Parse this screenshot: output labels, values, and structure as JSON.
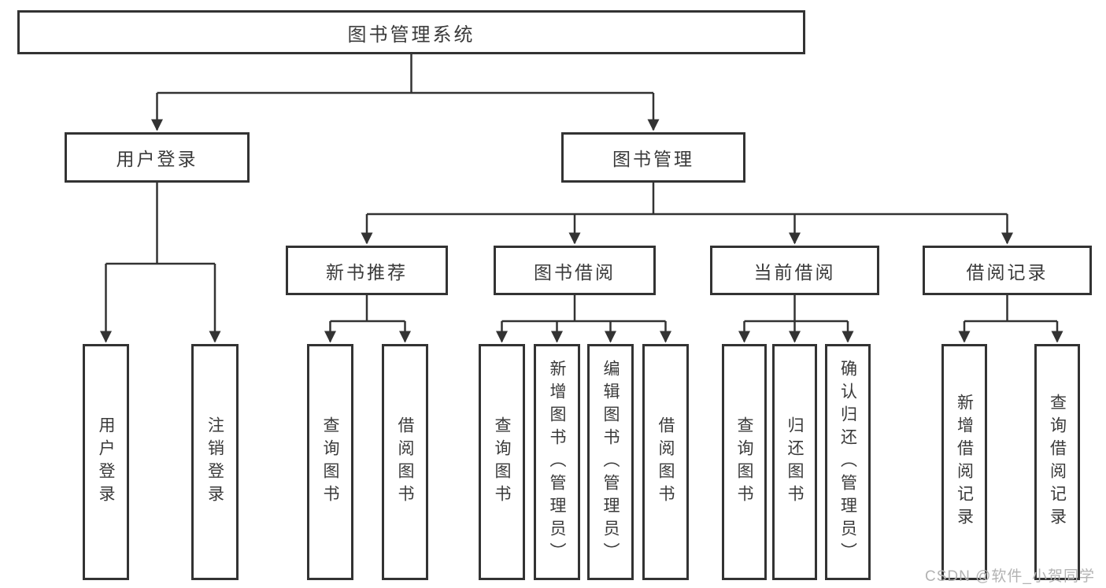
{
  "diagram": {
    "title": "图书管理系统",
    "type": "functional-structure-tree"
  },
  "root": {
    "label": "图书管理系统"
  },
  "branches": [
    {
      "label": "用户登录",
      "children": [
        {
          "label": "用户登录"
        },
        {
          "label": "注销登录"
        }
      ]
    },
    {
      "label": "图书管理",
      "children": [
        {
          "label": "新书推荐",
          "children": [
            {
              "label": "查询图书"
            },
            {
              "label": "借阅图书"
            }
          ]
        },
        {
          "label": "图书借阅",
          "children": [
            {
              "label": "查询图书"
            },
            {
              "label": "新增图书（管理员）"
            },
            {
              "label": "编辑图书（管理员）"
            },
            {
              "label": "借阅图书"
            }
          ]
        },
        {
          "label": "当前借阅",
          "children": [
            {
              "label": "查询图书"
            },
            {
              "label": "归还图书"
            },
            {
              "label": "确认归还（管理员）"
            }
          ]
        },
        {
          "label": "借阅记录",
          "children": [
            {
              "label": "新增借阅记录"
            },
            {
              "label": "查询借阅记录"
            }
          ]
        }
      ]
    }
  ],
  "watermark": {
    "text": "CSDN @软件_小贺同学"
  },
  "colors": {
    "line": "#333333",
    "box_border": "#333333",
    "text": "#3a3a3a",
    "background": "#ffffff",
    "watermark": "#b3b3b3"
  }
}
